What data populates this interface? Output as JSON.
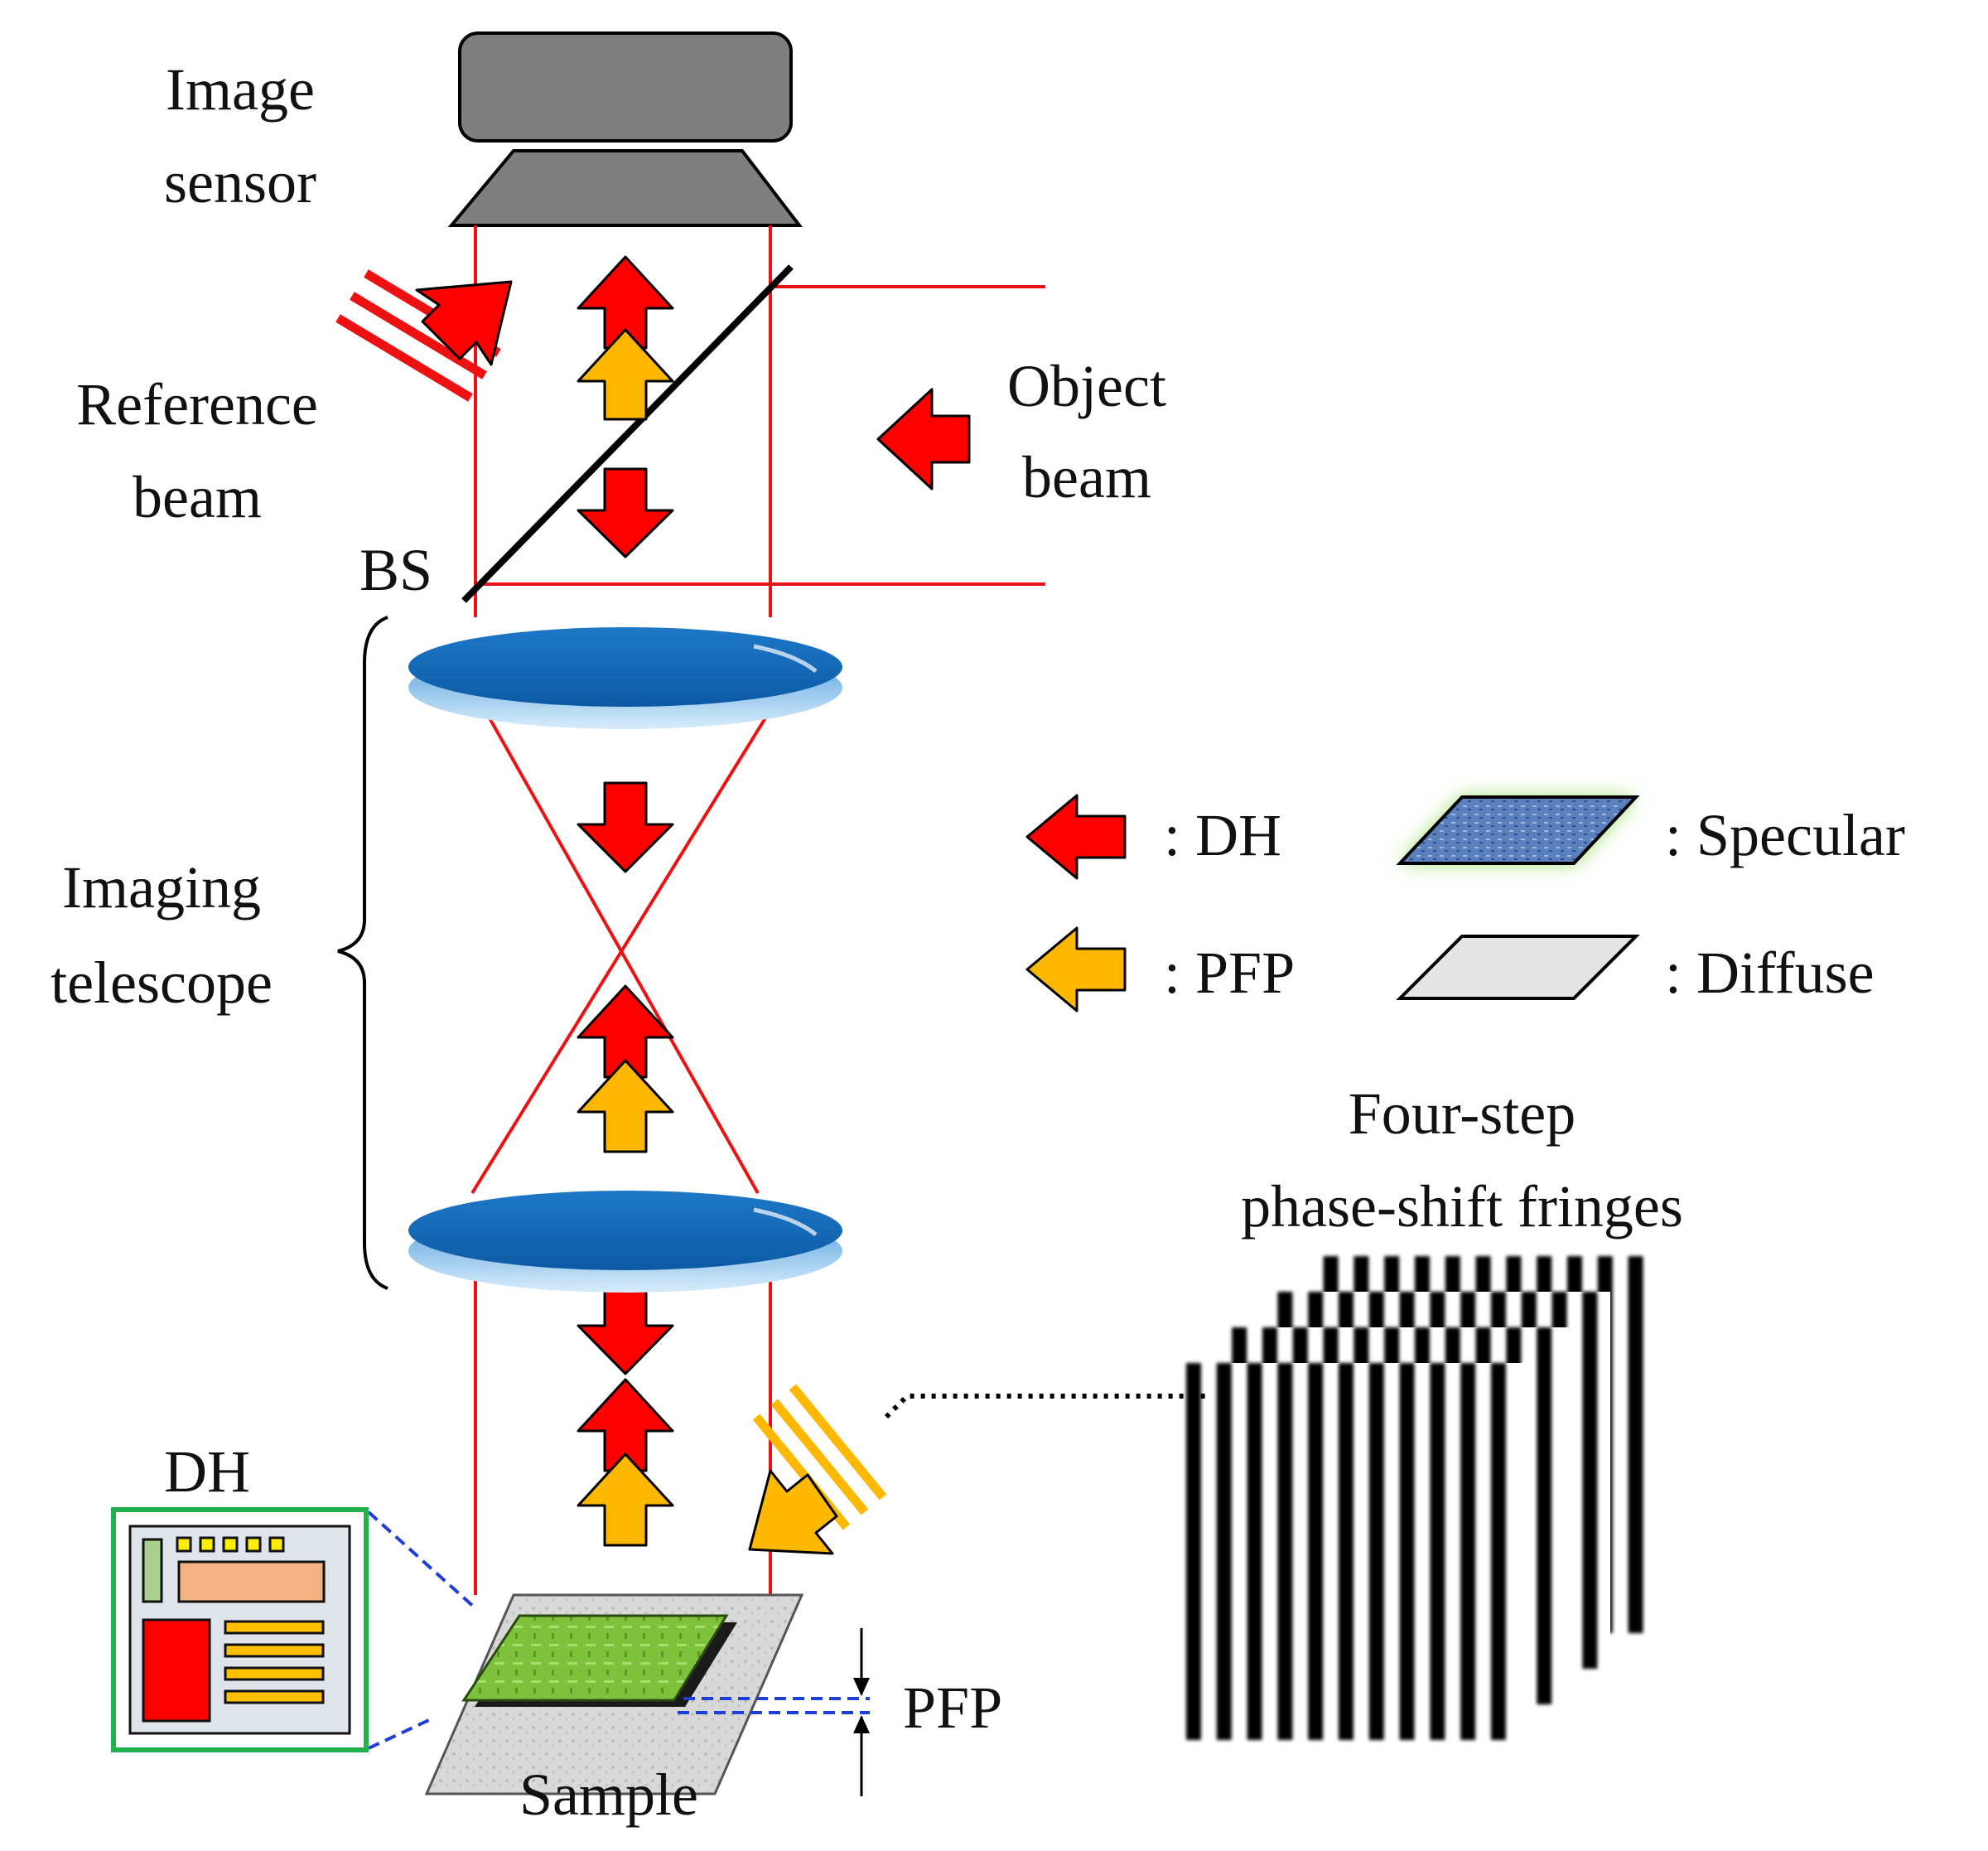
{
  "labels": {
    "image_sensor_line1": "Image",
    "image_sensor_line2": "sensor",
    "reference_line1": "Reference",
    "reference_line2": "beam",
    "object_line1": "Object",
    "object_line2": "beam",
    "bs": "BS",
    "imaging_line1": "Imaging",
    "imaging_line2": "telescope",
    "fringes_line1": "Four-step",
    "fringes_line2": "phase-shift  fringes",
    "dh_inset": "DH",
    "sample": "Sample",
    "pfp_gap": "PFP"
  },
  "legend": {
    "dh": ": DH",
    "pfp": ": PFP",
    "specular": ": Specular",
    "diffuse": ": Diffuse"
  },
  "colors": {
    "beam_line": "#ee1111",
    "dh_arrow": "#ff0000",
    "pfp_arrow": "#ffb800",
    "lens": "#1a6fc0",
    "sensor": "#7f7f7f",
    "inset_border": "#22b14c",
    "chip": "#7dc23a"
  },
  "fringe_frames": 4
}
